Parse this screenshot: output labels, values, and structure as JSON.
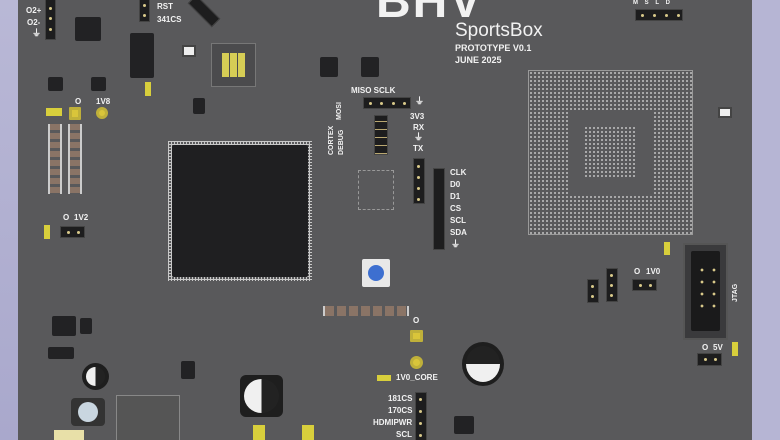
{
  "board": {
    "logo": "BHV",
    "product": "SportsBox",
    "version": "PROTOTYPE V0.1",
    "date": "JUNE 2025"
  },
  "labels": {
    "o2_plus": "O2+",
    "o2_minus": "O2-",
    "rst": "RST",
    "cs341": "341CS",
    "o_1v8": "O",
    "v1v8": "1V8",
    "o_1v2": "O",
    "v1v2": "1V2",
    "miso_sclk": "MISO SCLK",
    "mosi": "MOSI",
    "cortex": "CORTEX",
    "debug": "DEBUG",
    "v3v3": "3V3",
    "rx": "RX",
    "tx": "TX",
    "spi_pins": [
      "CLK",
      "D0",
      "D1",
      "CS",
      "SCL",
      "SDA"
    ],
    "o_core": "O",
    "v1v0_core": "1V0_CORE",
    "bottom_pins": [
      "181CS",
      "170CS",
      "HDMIPWR",
      "SCL"
    ],
    "o_1v0": "O",
    "v1v0": "1V0",
    "jtag": "JTAG",
    "o_5v": "O",
    "v5v": "5V",
    "top_right_pins": [
      "M",
      "S",
      "L",
      "D"
    ]
  },
  "colors": {
    "board": "#59595b",
    "silkscreen": "#f2f2f2",
    "gold": "#d9c53a",
    "button": "#3d6fd0"
  }
}
